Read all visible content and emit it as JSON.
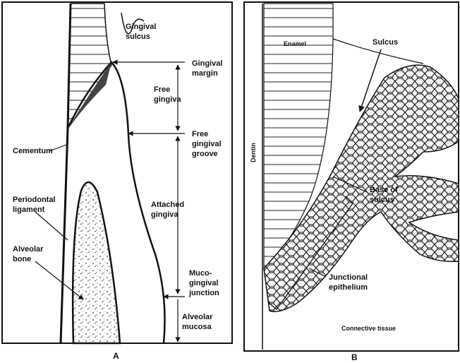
{
  "panel_a": {
    "letter": "A",
    "labels": {
      "gingival_sulcus_1": "Gingival",
      "gingival_sulcus_2": "sulcus",
      "gingival_margin_1": "Gingival",
      "gingival_margin_2": "margin",
      "free_gingiva_1": "Free",
      "free_gingiva_2": "gingiva",
      "free_groove_1": "Free",
      "free_groove_2": "gingival",
      "free_groove_3": "groove",
      "cementum": "Cementum",
      "periodontal_1": "Periodontal",
      "periodontal_2": "ligament",
      "attached_1": "Attached",
      "attached_2": "gingiva",
      "alveolar_bone_1": "Alveolar",
      "alveolar_bone_2": "bone",
      "mgj_1": "Muco-",
      "mgj_2": "gingival",
      "mgj_3": "junction",
      "alveolar_mucosa_1": "Alveolar",
      "alveolar_mucosa_2": "mucosa"
    }
  },
  "panel_b": {
    "letter": "B",
    "labels": {
      "enamel": "Enamel",
      "dentin": "Dentin",
      "sulcus": "Sulcus",
      "base_1": "Base of",
      "base_2": "sulcus",
      "junctional_1": "Junctional",
      "junctional_2": "epithelium",
      "connective": "Connective tissue"
    }
  }
}
